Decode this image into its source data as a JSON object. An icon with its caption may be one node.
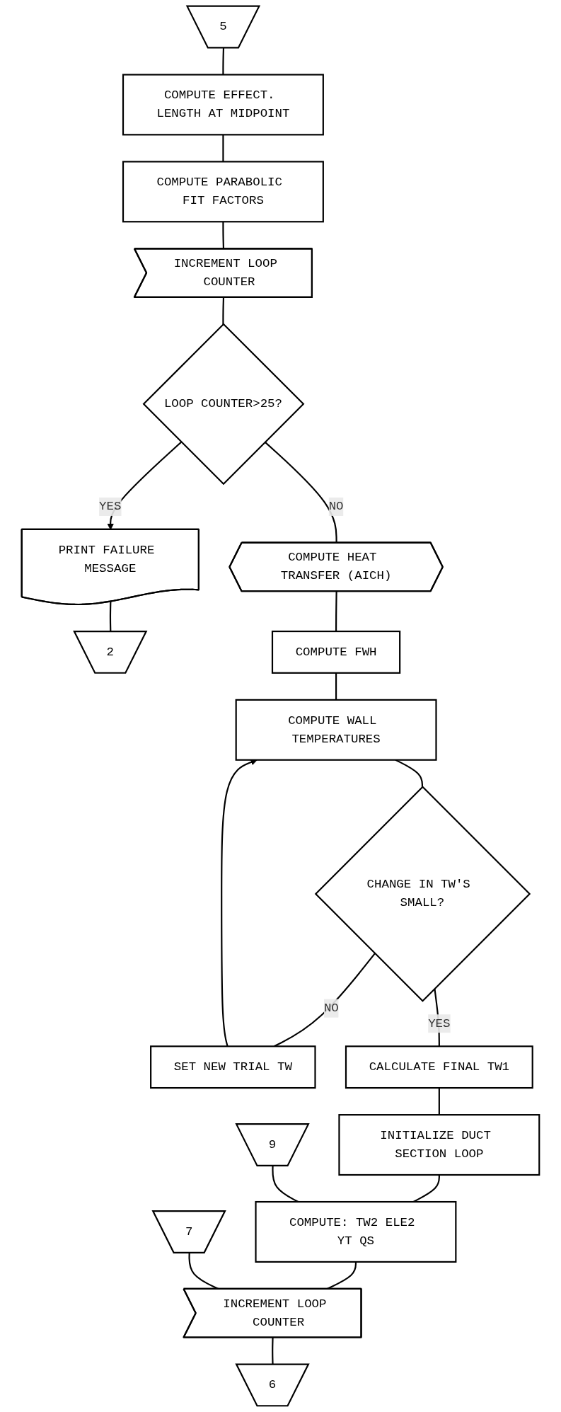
{
  "diagram": {
    "nodes": [
      {
        "text": [
          "5"
        ]
      },
      {
        "text": [
          "COMPUTE EFFECT. LENGTH AT MIDPOINT"
        ]
      },
      {
        "text": [
          "COMPUTE PARABOLIC FIT FACTORS"
        ]
      },
      {
        "text": [
          "INCREMENT LOOP COUNTER"
        ]
      },
      {
        "text": [
          "LOOP COUNTER>25?"
        ]
      },
      {
        "text": [
          "PRINT FAILURE MESSAGE"
        ]
      },
      {
        "text": [
          "2"
        ]
      },
      {
        "text": [
          "COMPUTE HEAT TRANSFER (AICH)"
        ]
      },
      {
        "text": [
          "COMPUTE FWH"
        ]
      },
      {
        "text": [
          "COMPUTE WALL TEMPERATURES"
        ]
      },
      {
        "text": [
          "CHANGE IN TW'S SMALL?"
        ]
      },
      {
        "text": [
          "SET NEW TRIAL TW"
        ]
      },
      {
        "text": [
          "CALCULATE FINAL TW1"
        ]
      },
      {
        "text": [
          "INITIALIZE DUCT SECTION LOOP"
        ]
      },
      {
        "text": [
          "9"
        ]
      },
      {
        "text": [
          "COMPUTE: TW2 ELE2 YT QS"
        ]
      },
      {
        "text": [
          "7"
        ]
      },
      {
        "text": [
          "INCREMENT LOOP COUNTER"
        ]
      },
      {
        "text": [
          "6"
        ]
      }
    ],
    "edges": [
      {
        "from": 0,
        "to": 1,
        "arrow": "none"
      },
      {
        "from": 1,
        "to": 2,
        "arrow": "none"
      },
      {
        "from": 2,
        "to": 3,
        "arrow": "none"
      },
      {
        "from": 3,
        "to": 4,
        "arrow": "none"
      },
      {
        "from": 4,
        "to": 5,
        "label": "YES",
        "arrow": "to"
      },
      {
        "from": 5,
        "to": 6,
        "arrow": "none"
      },
      {
        "from": 4,
        "to": 7,
        "label": "NO",
        "arrow": "none"
      },
      {
        "from": 7,
        "to": 8,
        "arrow": "none"
      },
      {
        "from": 8,
        "to": 9,
        "arrow": "none"
      },
      {
        "from": 9,
        "to": 10,
        "arrow": "none"
      },
      {
        "from": 10,
        "to": 11,
        "label": "NO",
        "arrow": "none"
      },
      {
        "from": 11,
        "to": 9,
        "arrow": "to"
      },
      {
        "from": 10,
        "to": 12,
        "label": "YES",
        "arrow": "none"
      },
      {
        "from": 12,
        "to": 13,
        "arrow": "none"
      },
      {
        "from": 13,
        "to": 15,
        "arrow": "none"
      },
      {
        "from": 14,
        "to": 15,
        "arrow": "none"
      },
      {
        "from": 15,
        "to": 17,
        "arrow": "none"
      },
      {
        "from": 16,
        "to": 17,
        "arrow": "none"
      },
      {
        "from": 17,
        "to": 18,
        "arrow": "none"
      }
    ]
  }
}
